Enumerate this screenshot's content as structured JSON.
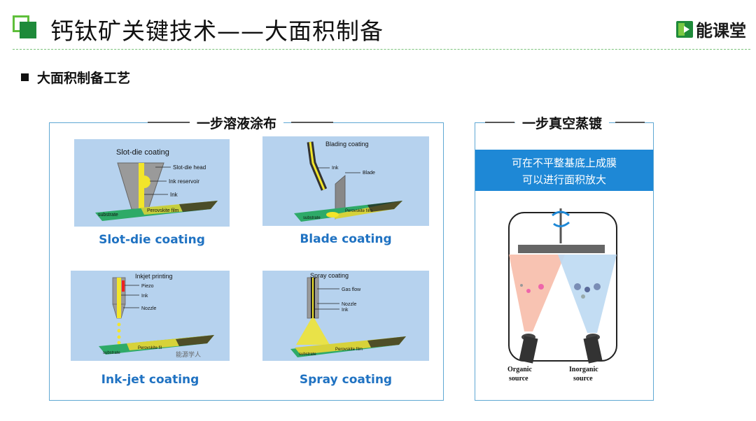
{
  "header": {
    "title": "钙钛矿关键技术——大面积制备",
    "brand": "能课堂"
  },
  "section": {
    "title": "大面积制备工艺"
  },
  "left_panel": {
    "title": "一步溶液涂布",
    "figures": [
      {
        "caption": "Slot-die coating",
        "heading": "Slot-die coating",
        "labels": [
          "Slot-die head",
          "Ink reservoir",
          "Ink",
          "substrate",
          "Perovskite film"
        ]
      },
      {
        "caption": "Blade coating",
        "heading": "Blading coating",
        "labels": [
          "Ink",
          "Blade",
          "substrate",
          "Perovskite film"
        ]
      },
      {
        "caption": "Ink-jet coating",
        "heading": "Inkjet printing",
        "labels": [
          "Piezo",
          "Ink",
          "Nozzle",
          "substrate",
          "Perovskite fil"
        ],
        "watermark": "能源学人"
      },
      {
        "caption": "Spray coating",
        "heading": "Spray coating",
        "labels": [
          "Gas flow",
          "Nozzle",
          "Ink",
          "substrate",
          "Perovskite film"
        ]
      }
    ]
  },
  "right_panel": {
    "title": "一步真空蒸镀",
    "banner_line1": "可在不平整基底上成膜",
    "banner_line2": "可以进行面积放大",
    "sources": [
      "Organic source",
      "Inorganic source"
    ],
    "source_labels": {
      "organic_1": "Organic",
      "organic_2": "source",
      "inorganic_1": "Inorganic",
      "inorganic_2": "source"
    }
  },
  "colors": {
    "accent_green": "#1e8a3a",
    "light_green": "#5fbf3b",
    "caption_blue": "#1f72c2",
    "banner_blue": "#1e88d6",
    "panel_border": "#5fa8d3",
    "figure_bg": "#b6d2ee"
  }
}
